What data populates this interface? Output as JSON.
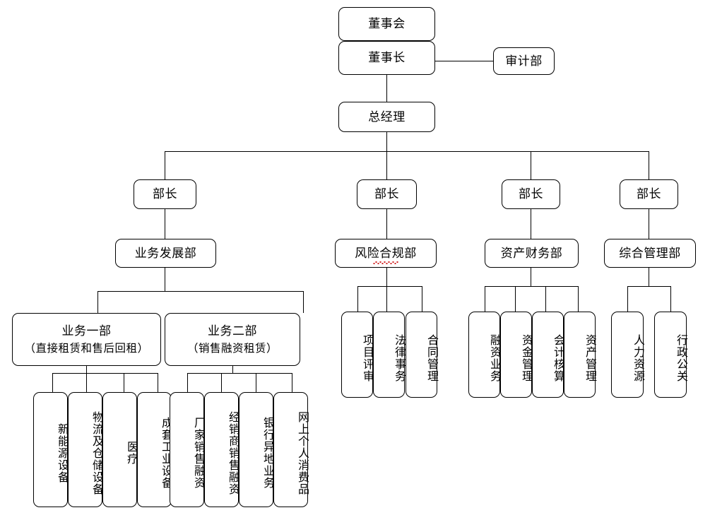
{
  "chart": {
    "title": "",
    "type": "org-chart",
    "nodes": {
      "board": "董事会",
      "chairman": "董事长",
      "audit": "审计部",
      "general_manager": "总经理",
      "head_1": "部长",
      "head_2": "部长",
      "head_3": "部长",
      "head_4": "部长",
      "dept_business_dev": "业务发展部",
      "dept_risk": "风险合规部",
      "dept_asset_finance": "资产财务部",
      "dept_general_admin": "综合管理部",
      "biz_unit_1_line1": "业务一部",
      "biz_unit_1_line2": "（直接租赁和售后回租）",
      "biz_unit_2_line1": "业务二部",
      "biz_unit_2_line2": "（销售融资租赁）"
    },
    "leaves": {
      "biz_unit_1": [
        "新能源设备",
        "物流及仓储设备",
        "医疗",
        "成套工业设备"
      ],
      "biz_unit_2": [
        "厂家销售融资",
        "经销商销售融资",
        "银行异地业务",
        "网上个人消费品"
      ],
      "risk": [
        "项目评审",
        "法律事务",
        "合同管理"
      ],
      "asset_finance": [
        "融资业务",
        "资金管理",
        "会计核算",
        "资产管理"
      ],
      "general_admin": [
        "人力资源",
        "行政公关"
      ]
    },
    "colors": {
      "line": "#000000",
      "box_border": "#000000",
      "background": "#ffffff",
      "spellcheck_underline": "#d02020"
    }
  }
}
